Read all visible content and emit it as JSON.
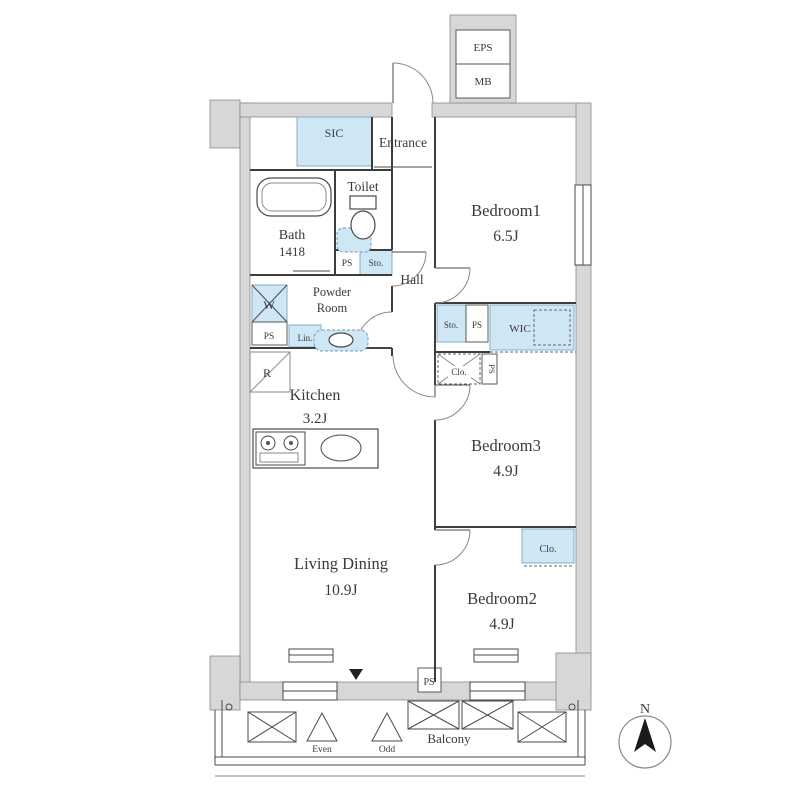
{
  "colors": {
    "wall_gray": "#d7d7d7",
    "fixture_blue": "#cfe6f5",
    "line": "#3d3d3d"
  },
  "meter_boxes": {
    "eps": "EPS",
    "mb": "MB"
  },
  "entry": {
    "sic": "SIC",
    "entrance": "Entrance",
    "hall": "Hall"
  },
  "sanitary": {
    "toilet": "Toilet",
    "bath": "Bath",
    "bath_size": "1418",
    "ps_bath": "PS",
    "sto_bath": "Sto.",
    "powder_line1": "Powder",
    "powder_line2": "Room",
    "washer": "W",
    "ps_powder": "PS",
    "linen": "Lin."
  },
  "storage": {
    "sto_hall": "Sto.",
    "ps_hall": "PS",
    "wic": "WIC",
    "clo_bedroom3": "Clo.",
    "ps_closet": "PS",
    "clo_bedroom2": "Clo."
  },
  "kitchen": {
    "name": "Kitchen",
    "size": "3.2J",
    "fridge": "R"
  },
  "rooms": {
    "bedroom1": {
      "name": "Bedroom1",
      "size": "6.5J"
    },
    "bedroom3": {
      "name": "Bedroom3",
      "size": "4.9J"
    },
    "bedroom2": {
      "name": "Bedroom2",
      "size": "4.9J"
    },
    "living": {
      "name": "Living Dining",
      "size": "10.9J"
    }
  },
  "bottom": {
    "ps": "PS"
  },
  "balcony": {
    "name": "Balcony",
    "even": "Even",
    "odd": "Odd"
  },
  "compass": {
    "north": "N"
  }
}
